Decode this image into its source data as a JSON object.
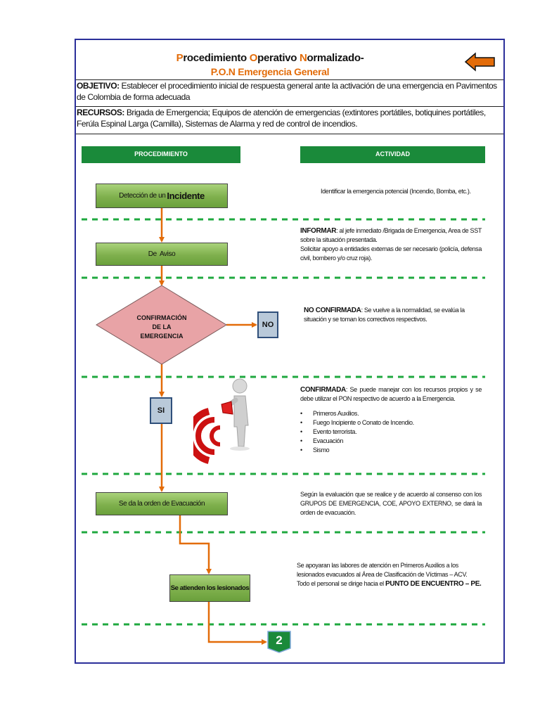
{
  "title": {
    "line1_parts": [
      "P",
      "rocedimiento ",
      "O",
      "perativo ",
      "N",
      "ormalizado-"
    ],
    "line2": "P.O.N Emergencia General"
  },
  "objective": {
    "label": "OBJETIVO:",
    "text": " Establecer el procedimiento inicial de respuesta general ante la activación de una emergencia en Pavimentos de Colombia de forma adecuada"
  },
  "resources": {
    "label": "RECURSOS:",
    "text": " Brigada de Emergencia; Equipos de atención de emergencias (extintores portátiles, botiquines portátiles, Ferúla Espinal Larga (Camilla), Sistemas de Alarma y red de control de incendios."
  },
  "headers": {
    "procedure": "PROCEDIMIENTO",
    "activity": "ACTIVIDAD"
  },
  "flow": {
    "detect_prefix": "Detección de un ",
    "detect_big": "Incidente",
    "aviso": "De  Aviso",
    "diamond_lines": [
      "CONFIRMACIÓN",
      "DE LA",
      "EMERGENCIA"
    ],
    "no": "NO",
    "si": "SI",
    "evacuation": "Se da la orden de Evacuación",
    "injured": "Se atienden los lesionados",
    "next_page": "2"
  },
  "activities": {
    "a1": "Identificar la emergencia potencial (Incendio, Bomba, etc.).",
    "a2_bold": "INFORMAR",
    "a2_text": ": al jefe inmediato /Brigada de Emergencia, Area de SST sobre la situación presentada.",
    "a2_text2": "Solicitar apoyo a entidades externas de ser necesario (policía, defensa civil, bombero y/o cruz roja).",
    "a3_bold": "NO CONFIRMADA",
    "a3_text": ": Se vuelve a la normalidad, se evalúa la situación y se toman los correctivos respectivos.",
    "a4_bold": "CONFIRMADA",
    "a4_text": ": Se puede manejar con los recursos propios y se debe utilizar el PON respectivo de acuerdo a la Emergencia.",
    "a4_items": [
      "Primeros Auxilios.",
      "Fuego Incipiente o Conato de Incendio.",
      "Evento terrorista.",
      "Evacuación",
      "Sismo"
    ],
    "a5": "Según la evaluación que se realice y de acuerdo al consenso con los GRUPOS DE EMERGENCIA, COE, APOYO EXTERNO, se dará la orden de evacuación.",
    "a6_text1": "Se apoyaran las labores de atención en Primeros Auxilios a los lesionados evacuados al Área de Clasificación de Víctimas – ACV.",
    "a6_text2": "Todo el personal se dirige hacia el ",
    "a6_bold": "PUNTO DE ENCUENTRO – PE."
  },
  "colors": {
    "accent_orange": "#e36c09",
    "header_green": "#1a8a3a",
    "dashed_green": "#1fa83f",
    "frame_blue": "#2b2f9a"
  },
  "icons": [
    "back-arrow-icon",
    "alarm-person-icon",
    "next-page-badge-icon"
  ]
}
